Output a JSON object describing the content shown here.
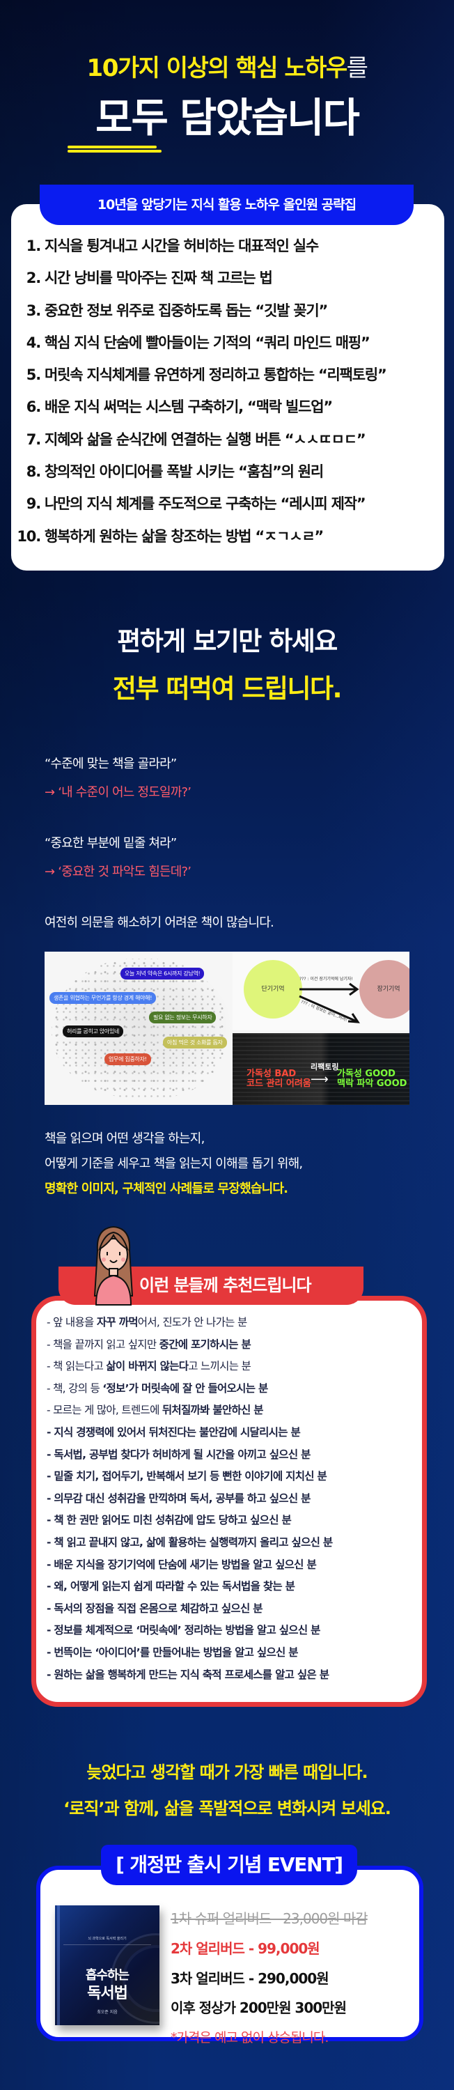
{
  "hero": {
    "line1_highlight": "10가지 이상의 핵심 노하우",
    "line1_suffix": "를",
    "line2": "모두 담았습니다",
    "accent_color": "#ffec13"
  },
  "knowhow_list": {
    "banner": "10년을 앞당기는 지식 활용 노하우 올인원 공략집",
    "items": [
      {
        "num": "1.",
        "text": "지식을 튕겨내고 시간을 허비하는 대표적인 실수"
      },
      {
        "num": "2.",
        "text": "시간 낭비를 막아주는 진짜 책 고르는 법"
      },
      {
        "num": "3.",
        "text": "중요한 정보 위주로 집중하도록 돕는 “깃발 꽂기”"
      },
      {
        "num": "4.",
        "text": "핵심 지식 단숨에 빨아들이는 기적의 “쿼리 마인드 매핑”"
      },
      {
        "num": "5.",
        "text": "머릿속 지식체계를 유연하게 정리하고 통합하는 “리팩토링”"
      },
      {
        "num": "6.",
        "text": "배운 지식 써먹는 시스템 구축하기, “맥락 빌드업”"
      },
      {
        "num": "7.",
        "text": "지혜와 삶을 순식간에 연결하는 실행 버튼 “ㅅㅅㄸㅁㄷ”"
      },
      {
        "num": "8.",
        "text": "창의적인 아이디어를 폭발 시키는 “훔침”의 원리"
      },
      {
        "num": "9.",
        "text": "나만의 지식 체계를 주도적으로 구축하는 “레시피 제작”"
      },
      {
        "num": "10.",
        "text": "행복하게 원하는 삶을 창조하는 방법 “ㅈㄱㅅㄹ”"
      }
    ]
  },
  "section2": {
    "headline_white": "편하게 보기만 하세요",
    "headline_yellow": "전부 떠먹여 드립니다.",
    "quote1": "“수준에 맞는 책을 골라라”",
    "quote1_reply": "→ ‘내 수준이 어느 정도일까?’",
    "quote2": "“중요한 부분에 밑줄 쳐라”",
    "quote2_reply": "→ ‘중요한 것 파악도 힘든데?’",
    "statement": "여전히 의문을 해소하기 어려운 책이 많습니다.",
    "explain_line1": "책을 읽으며 어떤 생각을 하는지,",
    "explain_line2": "어떻게 기준을 세우고 책을 읽는지 이해를 돕기 위해,",
    "explain_highlight": "명확한 이미지, 구체적인 사례들로 무장했습니다."
  },
  "illustrations": {
    "brain_bubbles": [
      {
        "text": "오늘 저녁 약속은 6시까지 강남역!",
        "color": "#2b18c9"
      },
      {
        "text": "생존을 위협하는 무언가를 항상 경계 해야해!",
        "color": "#4a7ef0"
      },
      {
        "text": "필요 없는 정보는 무시하자",
        "color": "#4e7a2a"
      },
      {
        "text": "허리를 굽히고 앉아있네",
        "color": "#111111"
      },
      {
        "text": "아침 먹은 것 소화를 돕자",
        "color": "#c4c05a"
      },
      {
        "text": "업무에 집중하자!",
        "color": "#d8543a"
      }
    ],
    "memory": {
      "short_term": "단기기억",
      "long_term": "장기기억",
      "arrow_top": "??? : 이건 장기기억에 남기자!",
      "arrow_bottom": "??? : 이 정보는 굳이...버려!"
    },
    "refactoring": {
      "label": "리팩토링",
      "bad_line1": "가독성 BAD",
      "bad_line2": "코드 관리 어려움",
      "good_line1": "가독성 GOOD",
      "good_line2": "맥락 파악 GOOD"
    }
  },
  "recommend": {
    "title": "이런 분들께 추천드립니다",
    "accent_color": "#e5383b",
    "items": [
      {
        "pre": "- 앞 내용을 ",
        "bold": "자꾸 까먹",
        "post": "어서, 진도가 안 나가는 분"
      },
      {
        "pre": "- 책을 끝까지 읽고 싶지만 ",
        "bold": "중간에 포기하시는 분",
        "post": ""
      },
      {
        "pre": "- 책 읽는다고 ",
        "bold": "삶이 바뀌지 않는다",
        "post": "고 느끼시는 분"
      },
      {
        "pre": "- 책, 강의 등 ",
        "bold": "‘정보’가 머릿속에 잘 안 들어오시는 분",
        "post": ""
      },
      {
        "pre": "- 모르는 게 많아, 트렌드에 ",
        "bold": "뒤처질까봐 불안하신 분",
        "post": ""
      },
      {
        "pre": "",
        "bold": "- 지식 경쟁력에 있어서 뒤처진다는 불안감에 시달리시는 분",
        "post": ""
      },
      {
        "pre": "",
        "bold": "- 독서법, 공부법 찾다가 허비하게 될 시간을 아끼고 싶으신 분",
        "post": ""
      },
      {
        "pre": "",
        "bold": "- 밑줄 치기, 접어두기, 반복해서 보기 등 뻔한 이야기에 지치신 분",
        "post": ""
      },
      {
        "pre": "",
        "bold": "- 의무감 대신 성취감을 만끽하며 독서, 공부를 하고 싶으신 분",
        "post": ""
      },
      {
        "pre": "",
        "bold": "- 책 한 권만 읽어도 미친 성취감에 압도 당하고 싶으신 분",
        "post": ""
      },
      {
        "pre": "",
        "bold": "- 책 읽고 끝내지 않고, 삶에 활용하는 실행력까지 올리고 싶으신 분",
        "post": ""
      },
      {
        "pre": "",
        "bold": "- 배운 지식을 장기기억에 단숨에 새기는 방법을 알고 싶으신 분",
        "post": ""
      },
      {
        "pre": "",
        "bold": "- 왜, 어떻게 읽는지 쉽게 따라할 수 있는 독서법을 찾는 분",
        "post": ""
      },
      {
        "pre": "",
        "bold": "- 독서의 장점을 직접 온몸으로 체감하고 싶으신 분",
        "post": ""
      },
      {
        "pre": "",
        "bold": "- 정보를 체계적으로 ‘머릿속에’ 정리하는 방법을 알고 싶으신 분",
        "post": ""
      },
      {
        "pre": "",
        "bold": "- 번뜩이는 ‘아이디어’를 만들어내는 방법을 알고 싶으신 분",
        "post": ""
      },
      {
        "pre": "",
        "bold": "- 원하는 삶을 행복하게 만드는 지식 축적 프로세스를 알고 싶은 분",
        "post": ""
      }
    ]
  },
  "cta": {
    "line1": "늦었다고 생각할 때가 가장 빠른 때입니다.",
    "line2": "‘로직’과 함께, 삶을 폭발적으로 변화시켜 보세요."
  },
  "event": {
    "banner": "[ 개정판 출시 기념 EVENT]",
    "accent_color": "#0a15ef",
    "book": {
      "subtitle": "뇌 과학으로 독서력 올리기",
      "title_line1": "흡수하는",
      "title_line2": "독서법",
      "author": "최오준 지음"
    },
    "prices": {
      "closed": "1차 슈퍼 얼리버드 - 23,000원 마감",
      "current": "2차 얼리버드 - 99,000원",
      "next": "3차 얼리버드 - 290,000원",
      "regular": "이후 정상가 200만원 300만원",
      "note": "*가격은 예고 없이 상승됩니다."
    }
  }
}
